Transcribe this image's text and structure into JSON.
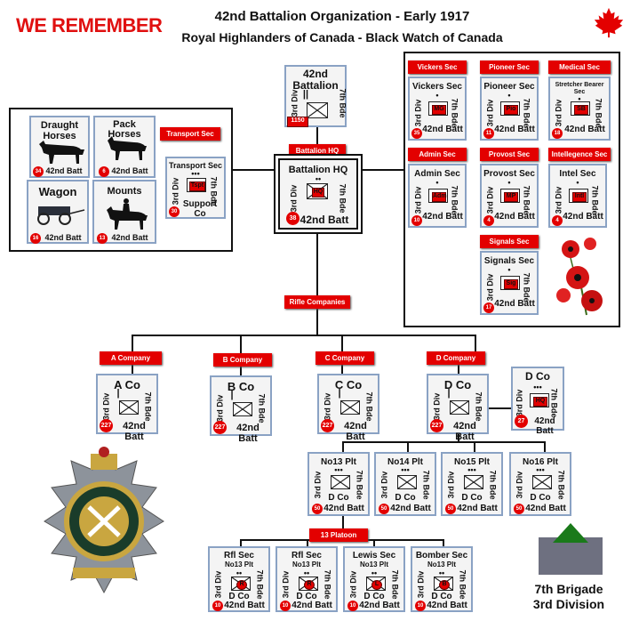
{
  "header": {
    "logo_text": "WE REMEMBER",
    "title_line1": "42nd Battalion Organization - Early 1917",
    "title_line2": "Royal Highlanders of Canada - Black Watch of Canada"
  },
  "colors": {
    "accent": "#e30000",
    "unit_border": "#8aa2c4",
    "unit_bg": "#f4f4f4",
    "brigade_green": "#1a7a1a",
    "brigade_grey": "#6e7080"
  },
  "labels": {
    "battalion_hq": "Battalion HQ",
    "transport_sec": "Transport Sec",
    "vickers_sec": "Vickers Sec",
    "pioneer_sec": "Pioneer Sec",
    "medical_sec": "Medical Sec",
    "admin_sec": "Admin Sec",
    "provost_sec": "Provost Sec",
    "intelligence_sec": "Intellegence Sec",
    "signals_sec": "Signals Sec",
    "rifle_companies": "Rifle Companies",
    "a_company": "A Company",
    "b_company": "B Company",
    "c_company": "C Company",
    "d_company": "D Company",
    "platoon_13": "13 Platoon"
  },
  "battalion": {
    "name1": "42nd",
    "name2": "Battalion",
    "left": "3rd Div",
    "right": "7th Bde",
    "badge": "1150"
  },
  "hq": {
    "name": "Battalion HQ",
    "left": "3rd Div",
    "right": "7th Bde",
    "badge": "38",
    "batt": "42nd Batt",
    "sym": "HQ"
  },
  "transport": {
    "draught": "Draught Horses",
    "draught_n": "34",
    "pack": "Pack Horses",
    "pack_n": "6",
    "wagon": "Wagon",
    "wagon_n": "16",
    "mounts": "Mounts",
    "mounts_n": "13",
    "batt": "42nd Batt",
    "sec_name": "Transport Sec",
    "sec_sub": "Support Co",
    "sec_left": "3rd Div",
    "sec_right": "7th Bde",
    "sec_badge": "30",
    "sec_sym": "Tspt"
  },
  "sections": [
    {
      "name": "Vickers Sec",
      "sym": "MG",
      "badge": "35",
      "batt": "42nd Batt",
      "left": "3rd Div",
      "right": "7th Bde"
    },
    {
      "name": "Pioneer Sec",
      "sym": "Pio",
      "badge": "11",
      "batt": "42nd Batt",
      "left": "3rd Div",
      "right": "7th Bde"
    },
    {
      "name": "Stretcher Bearer Sec",
      "sym": "SB",
      "badge": "18",
      "batt": "42nd Batt",
      "left": "3rd Div",
      "right": "7th Bde"
    },
    {
      "name": "Admin Sec",
      "sym": "Adm",
      "badge": "10",
      "batt": "42nd Batt",
      "left": "3rd Div",
      "right": "7th Bde"
    },
    {
      "name": "Provost Sec",
      "sym": "MP",
      "badge": "4",
      "batt": "42nd Batt",
      "left": "3rd Div",
      "right": "7th Bde"
    },
    {
      "name": "Intel Sec",
      "sym": "Intl",
      "badge": "4",
      "batt": "42nd Batt",
      "left": "3rd Div",
      "right": "7th Bde"
    },
    {
      "name": "Signals Sec",
      "sym": "Sig",
      "badge": "17",
      "batt": "42nd Batt",
      "left": "3rd Div",
      "right": "7th Bde"
    }
  ],
  "companies": [
    {
      "name": "A Co",
      "badge": "227",
      "batt": "42nd Batt",
      "left": "3rd Div",
      "right": "7th Bde"
    },
    {
      "name": "B Co",
      "badge": "227",
      "batt": "42nd Batt",
      "left": "3rd Div",
      "right": "7th Bde"
    },
    {
      "name": "C Co",
      "badge": "227",
      "batt": "42nd Batt",
      "left": "3rd Div",
      "right": "7th Bde"
    },
    {
      "name": "D Co",
      "badge": "227",
      "batt": "42nd Batt",
      "left": "3rd Div",
      "right": "7th Bde"
    }
  ],
  "dco_hq": {
    "name": "D Co",
    "sym": "HQ",
    "badge": "27",
    "batt": "42nd Batt",
    "left": "3rd Div",
    "right": "7th Bde"
  },
  "platoons": [
    {
      "name": "No13 Plt",
      "sub": "D Co",
      "badge": "50",
      "batt": "42nd Batt",
      "left": "3rd Div",
      "right": "7th Bde"
    },
    {
      "name": "No14 Plt",
      "sub": "D Co",
      "badge": "50",
      "batt": "42nd Batt",
      "left": "3rd Div",
      "right": "7th Bde"
    },
    {
      "name": "No15 Plt",
      "sub": "D Co",
      "badge": "50",
      "batt": "42nd Batt",
      "left": "3rd Div",
      "right": "7th Bde"
    },
    {
      "name": "No16 Plt",
      "sub": "D Co",
      "badge": "50",
      "batt": "42nd Batt",
      "left": "3rd Div",
      "right": "7th Bde"
    }
  ],
  "squads": [
    {
      "name": "Rfl Sec",
      "plt": "No13 Plt",
      "sym": "R",
      "sub": "D Co",
      "badge": "10",
      "batt": "42nd Batt",
      "left": "3rd Div",
      "right": "7th Bde"
    },
    {
      "name": "Rfl Sec",
      "plt": "No13 Plt",
      "sym": "R",
      "sub": "D Co",
      "badge": "10",
      "batt": "42nd Batt",
      "left": "3rd Div",
      "right": "7th Bde"
    },
    {
      "name": "Lewis Sec",
      "plt": "No13 Plt",
      "sym": "L",
      "sub": "D Co",
      "badge": "10",
      "batt": "42nd Batt",
      "left": "3rd Div",
      "right": "7th Bde"
    },
    {
      "name": "Bomber Sec",
      "plt": "No13 Plt",
      "sym": "B",
      "sub": "D Co",
      "badge": "10",
      "batt": "42nd Batt",
      "left": "3rd Div",
      "right": "7th Bde"
    }
  ],
  "footer": {
    "line1": "7th Brigade",
    "line2": "3rd Division"
  }
}
